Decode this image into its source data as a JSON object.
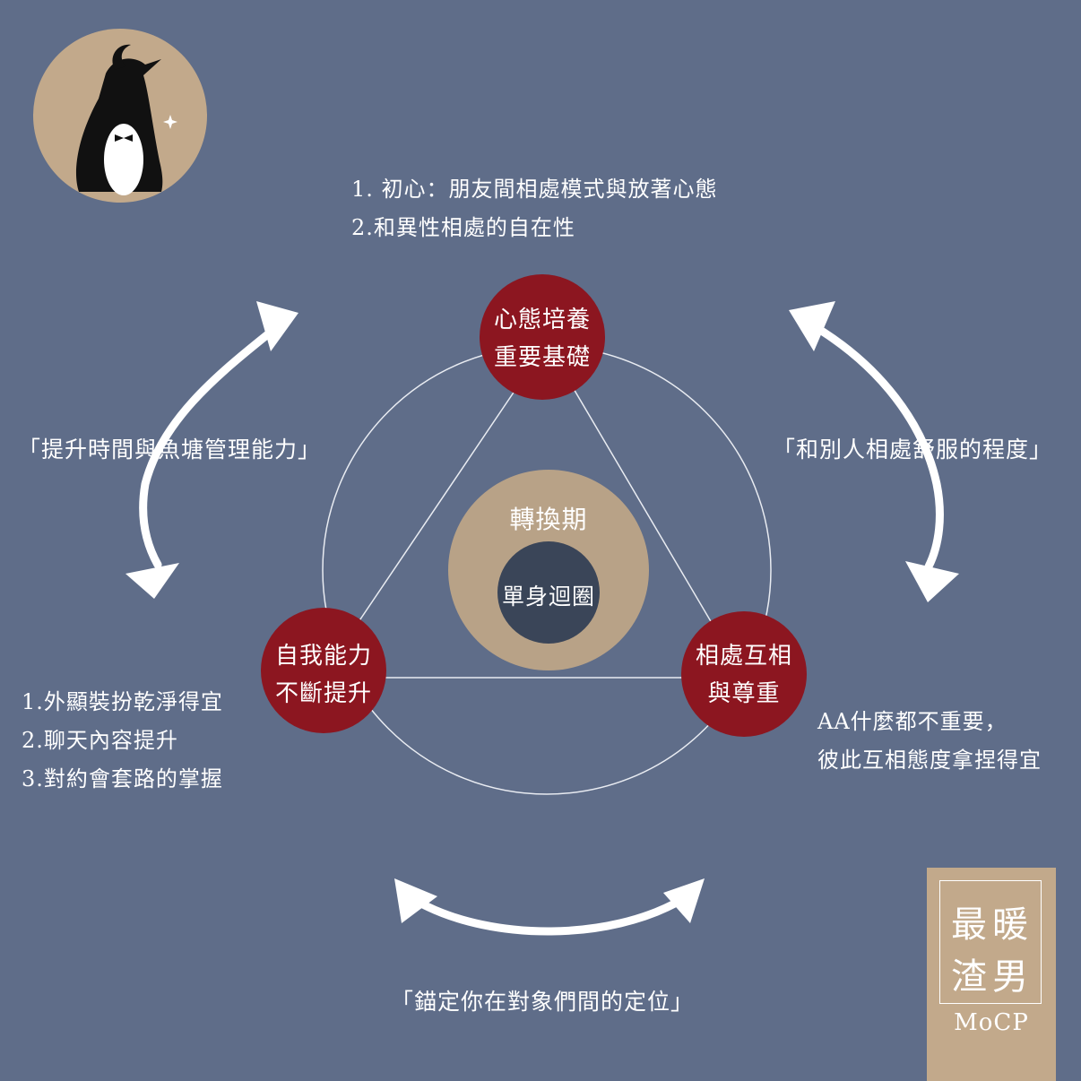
{
  "colors": {
    "background": "#5f6d89",
    "node_red": "#8c1620",
    "center_tan": "#b8a287",
    "center_dark": "#3a4558",
    "logo_tan": "#c2a98b",
    "line_white": "#ffffff"
  },
  "center": {
    "title": "轉換期",
    "core": "單身迴圈"
  },
  "nodes": {
    "top": {
      "line1": "心態培養",
      "line2": "重要基礎"
    },
    "left": {
      "line1": "自我能力",
      "line2": "不斷提升"
    },
    "right": {
      "line1": "相處互相",
      "line2": "與尊重"
    }
  },
  "notes": {
    "top": [
      "1. 初心：朋友間相處模式與放著心態",
      "2.和異性相處的自在性"
    ],
    "left": [
      "1.外顯裝扮乾淨得宜",
      "2.聊天內容提升",
      "3.對約會套路的掌握"
    ],
    "right": [
      "AA什麼都不重要，",
      "彼此互相態度拿捏得宜"
    ]
  },
  "quotes": {
    "left": "「提升時間與魚塘管理能力」",
    "right": "「和別人相處舒服的程度」",
    "bottom": "「錨定你在對象們間的定位」"
  },
  "brand": {
    "chars": [
      "最",
      "暖",
      "渣",
      "男"
    ],
    "sub": "MoCP"
  },
  "icons": {
    "logo": "penguin-logo-icon",
    "arrows": "curved-double-arrow-icon"
  }
}
